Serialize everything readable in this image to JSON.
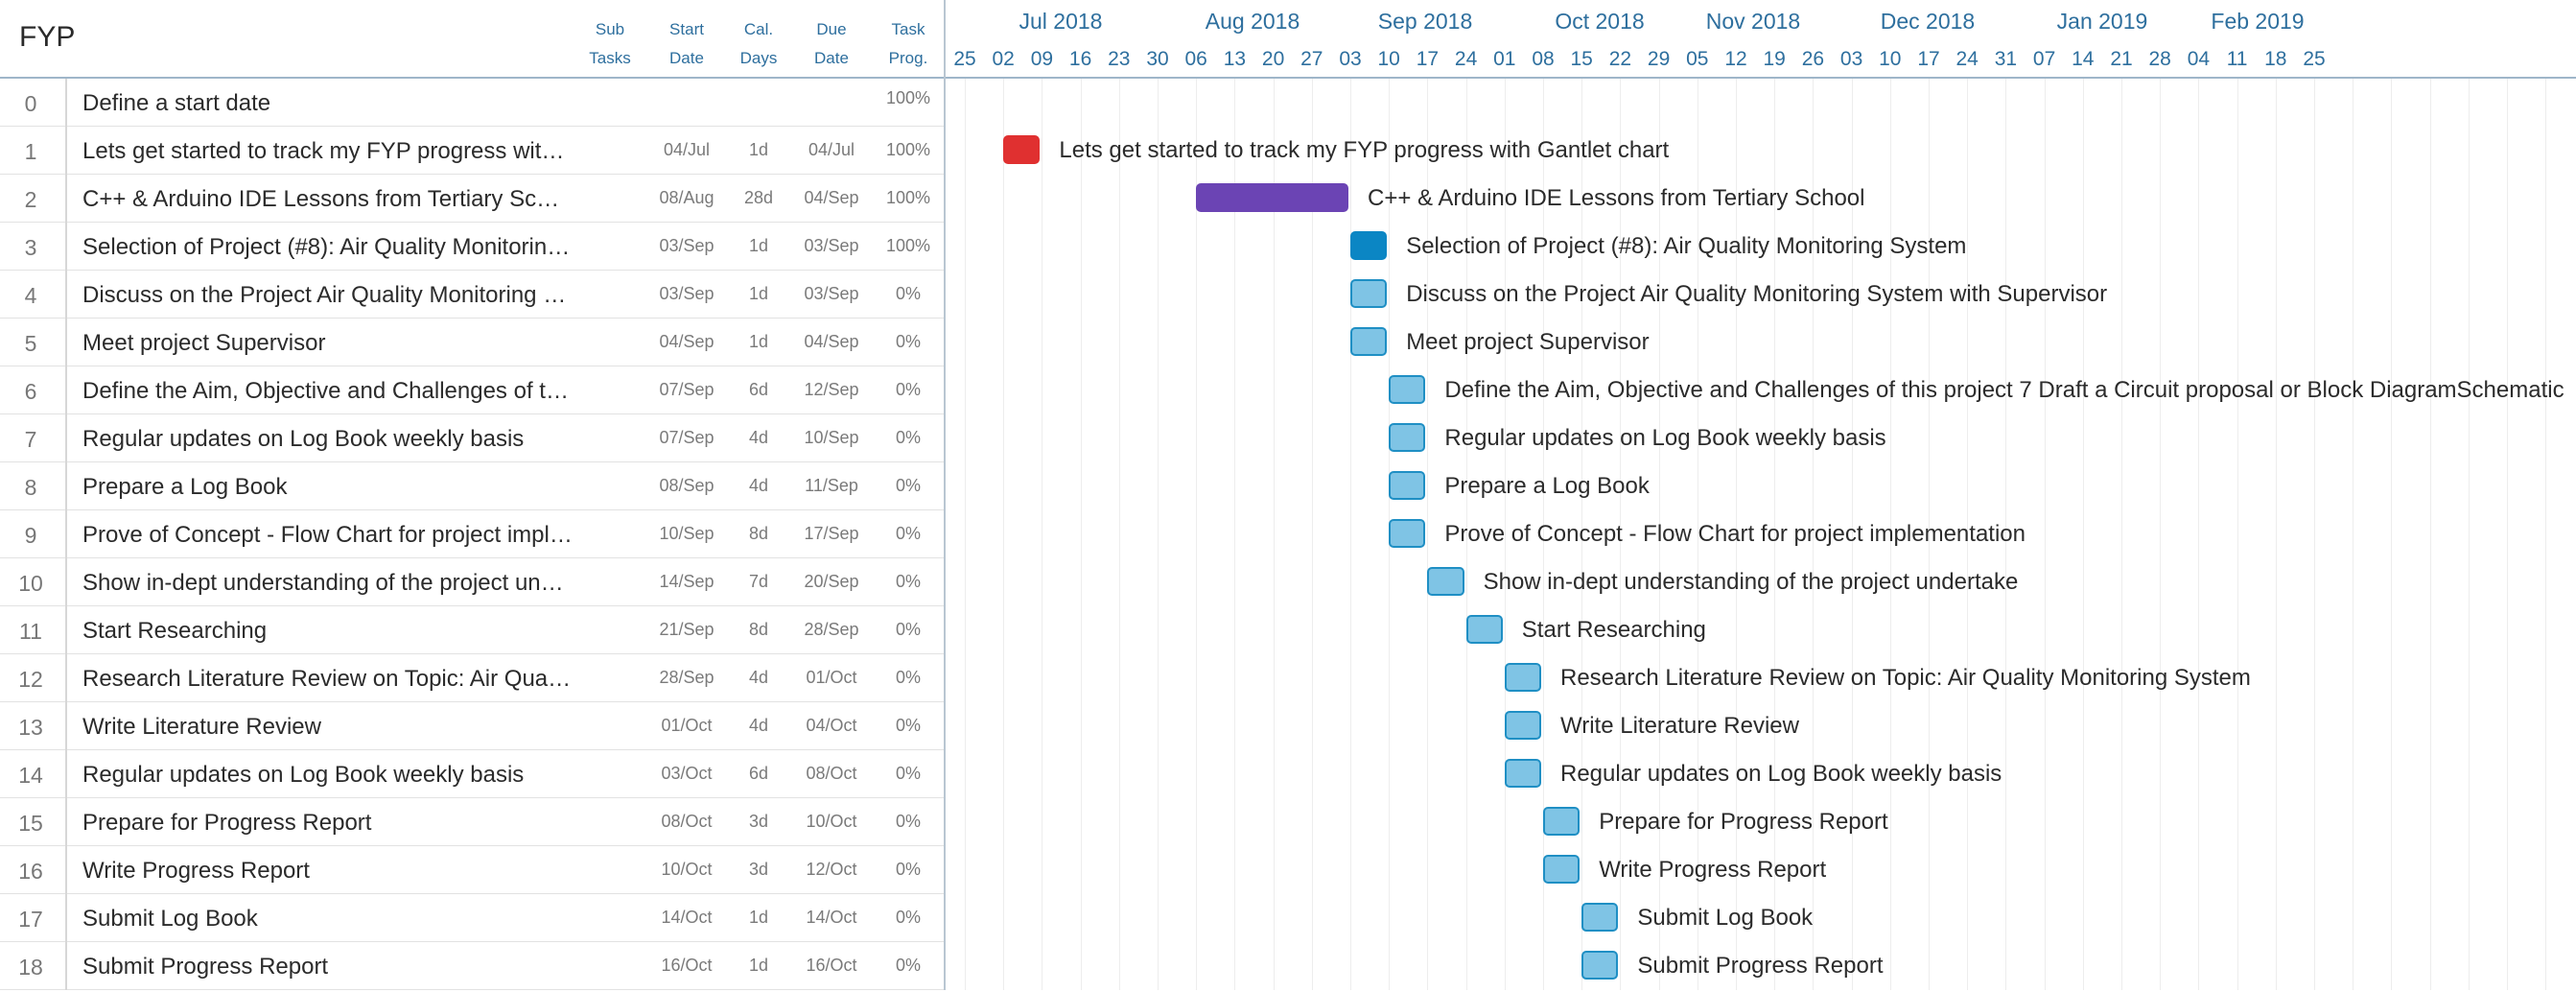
{
  "project": {
    "title": "FYP"
  },
  "columns": [
    {
      "line1": "Sub",
      "line2": "Tasks"
    },
    {
      "line1": "Start",
      "line2": "Date"
    },
    {
      "line1": "Cal.",
      "line2": "Days"
    },
    {
      "line1": "Due",
      "line2": "Date"
    },
    {
      "line1": "Task",
      "line2": "Prog."
    }
  ],
  "timeline": {
    "months": [
      "Jul 2018",
      "Aug 2018",
      "Sep 2018",
      "Oct 2018",
      "Nov 2018",
      "Dec 2018",
      "Jan 2019",
      "Feb 2019"
    ],
    "weeks": [
      "25",
      "02",
      "09",
      "16",
      "23",
      "30",
      "06",
      "13",
      "20",
      "27",
      "03",
      "10",
      "17",
      "24",
      "01",
      "08",
      "15",
      "22",
      "29",
      "05",
      "12",
      "19",
      "26",
      "03",
      "10",
      "17",
      "24",
      "31",
      "07",
      "14",
      "21",
      "28",
      "04",
      "11",
      "18",
      "25"
    ]
  },
  "tasks": [
    {
      "id": "0",
      "name": "Define a start date",
      "start": "",
      "days": "",
      "due": "",
      "progress": "100%",
      "color": "none"
    },
    {
      "id": "1",
      "name": "Lets get started to track my FYP progress wit…",
      "bar_label": "Lets get started to track my FYP progress with Gantlet chart",
      "start": "04/Jul",
      "days": "1d",
      "due": "04/Jul",
      "progress": "100%",
      "color": "#e03030"
    },
    {
      "id": "2",
      "name": "C++ & Arduino IDE Lessons from Tertiary Sc…",
      "bar_label": "C++ & Arduino IDE Lessons from Tertiary School",
      "start": "08/Aug",
      "days": "28d",
      "due": "04/Sep",
      "progress": "100%",
      "color": "#6b44b4"
    },
    {
      "id": "3",
      "name": "Selection of Project (#8): Air Quality Monitorin…",
      "bar_label": "Selection of Project (#8): Air Quality Monitoring System",
      "start": "03/Sep",
      "days": "1d",
      "due": "03/Sep",
      "progress": "100%",
      "color": "#0b86c4"
    },
    {
      "id": "4",
      "name": "Discuss on the Project Air Quality Monitoring …",
      "bar_label": "Discuss on the Project Air Quality Monitoring System with Supervisor",
      "start": "03/Sep",
      "days": "1d",
      "due": "03/Sep",
      "progress": "0%",
      "color": "#7fc4e5"
    },
    {
      "id": "5",
      "name": "Meet project Supervisor",
      "bar_label": "Meet project Supervisor",
      "start": "04/Sep",
      "days": "1d",
      "due": "04/Sep",
      "progress": "0%",
      "color": "#7fc4e5"
    },
    {
      "id": "6",
      "name": "Define the Aim, Objective and Challenges of t…",
      "bar_label": "Define the Aim, Objective and Challenges of this project 7 Draft a Circuit proposal or Block DiagramSchematic",
      "start": "07/Sep",
      "days": "6d",
      "due": "12/Sep",
      "progress": "0%",
      "color": "#7fc4e5"
    },
    {
      "id": "7",
      "name": "Regular updates on Log Book weekly basis",
      "bar_label": "Regular updates on Log Book weekly basis",
      "start": "07/Sep",
      "days": "4d",
      "due": "10/Sep",
      "progress": "0%",
      "color": "#7fc4e5"
    },
    {
      "id": "8",
      "name": "Prepare a Log Book",
      "bar_label": "Prepare a Log Book",
      "start": "08/Sep",
      "days": "4d",
      "due": "11/Sep",
      "progress": "0%",
      "color": "#7fc4e5"
    },
    {
      "id": "9",
      "name": "Prove of Concept - Flow Chart for project impl…",
      "bar_label": "Prove of Concept - Flow Chart for project implementation",
      "start": "10/Sep",
      "days": "8d",
      "due": "17/Sep",
      "progress": "0%",
      "color": "#7fc4e5"
    },
    {
      "id": "10",
      "name": "Show in-dept understanding of the project un…",
      "bar_label": "Show in-dept understanding of the project undertake",
      "start": "14/Sep",
      "days": "7d",
      "due": "20/Sep",
      "progress": "0%",
      "color": "#7fc4e5"
    },
    {
      "id": "11",
      "name": "Start Researching",
      "bar_label": "Start Researching",
      "start": "21/Sep",
      "days": "8d",
      "due": "28/Sep",
      "progress": "0%",
      "color": "#7fc4e5"
    },
    {
      "id": "12",
      "name": "Research Literature Review on Topic: Air Qua…",
      "bar_label": "Research Literature Review on Topic: Air Quality Monitoring System",
      "start": "28/Sep",
      "days": "4d",
      "due": "01/Oct",
      "progress": "0%",
      "color": "#7fc4e5"
    },
    {
      "id": "13",
      "name": "Write Literature Review",
      "bar_label": "Write Literature Review",
      "start": "01/Oct",
      "days": "4d",
      "due": "04/Oct",
      "progress": "0%",
      "color": "#7fc4e5"
    },
    {
      "id": "14",
      "name": "Regular updates on Log Book weekly basis",
      "bar_label": "Regular updates on Log Book weekly basis",
      "start": "03/Oct",
      "days": "6d",
      "due": "08/Oct",
      "progress": "0%",
      "color": "#7fc4e5"
    },
    {
      "id": "15",
      "name": "Prepare for Progress Report",
      "bar_label": "Prepare for Progress Report",
      "start": "08/Oct",
      "days": "3d",
      "due": "10/Oct",
      "progress": "0%",
      "color": "#7fc4e5"
    },
    {
      "id": "16",
      "name": "Write Progress Report",
      "bar_label": "Write Progress Report",
      "start": "10/Oct",
      "days": "3d",
      "due": "12/Oct",
      "progress": "0%",
      "color": "#7fc4e5"
    },
    {
      "id": "17",
      "name": "Submit Log Book",
      "bar_label": "Submit Log Book",
      "start": "14/Oct",
      "days": "1d",
      "due": "14/Oct",
      "progress": "0%",
      "color": "#7fc4e5"
    },
    {
      "id": "18",
      "name": "Submit Progress Report",
      "bar_label": "Submit Progress Report",
      "start": "16/Oct",
      "days": "1d",
      "due": "16/Oct",
      "progress": "0%",
      "color": "#7fc4e5"
    }
  ]
}
